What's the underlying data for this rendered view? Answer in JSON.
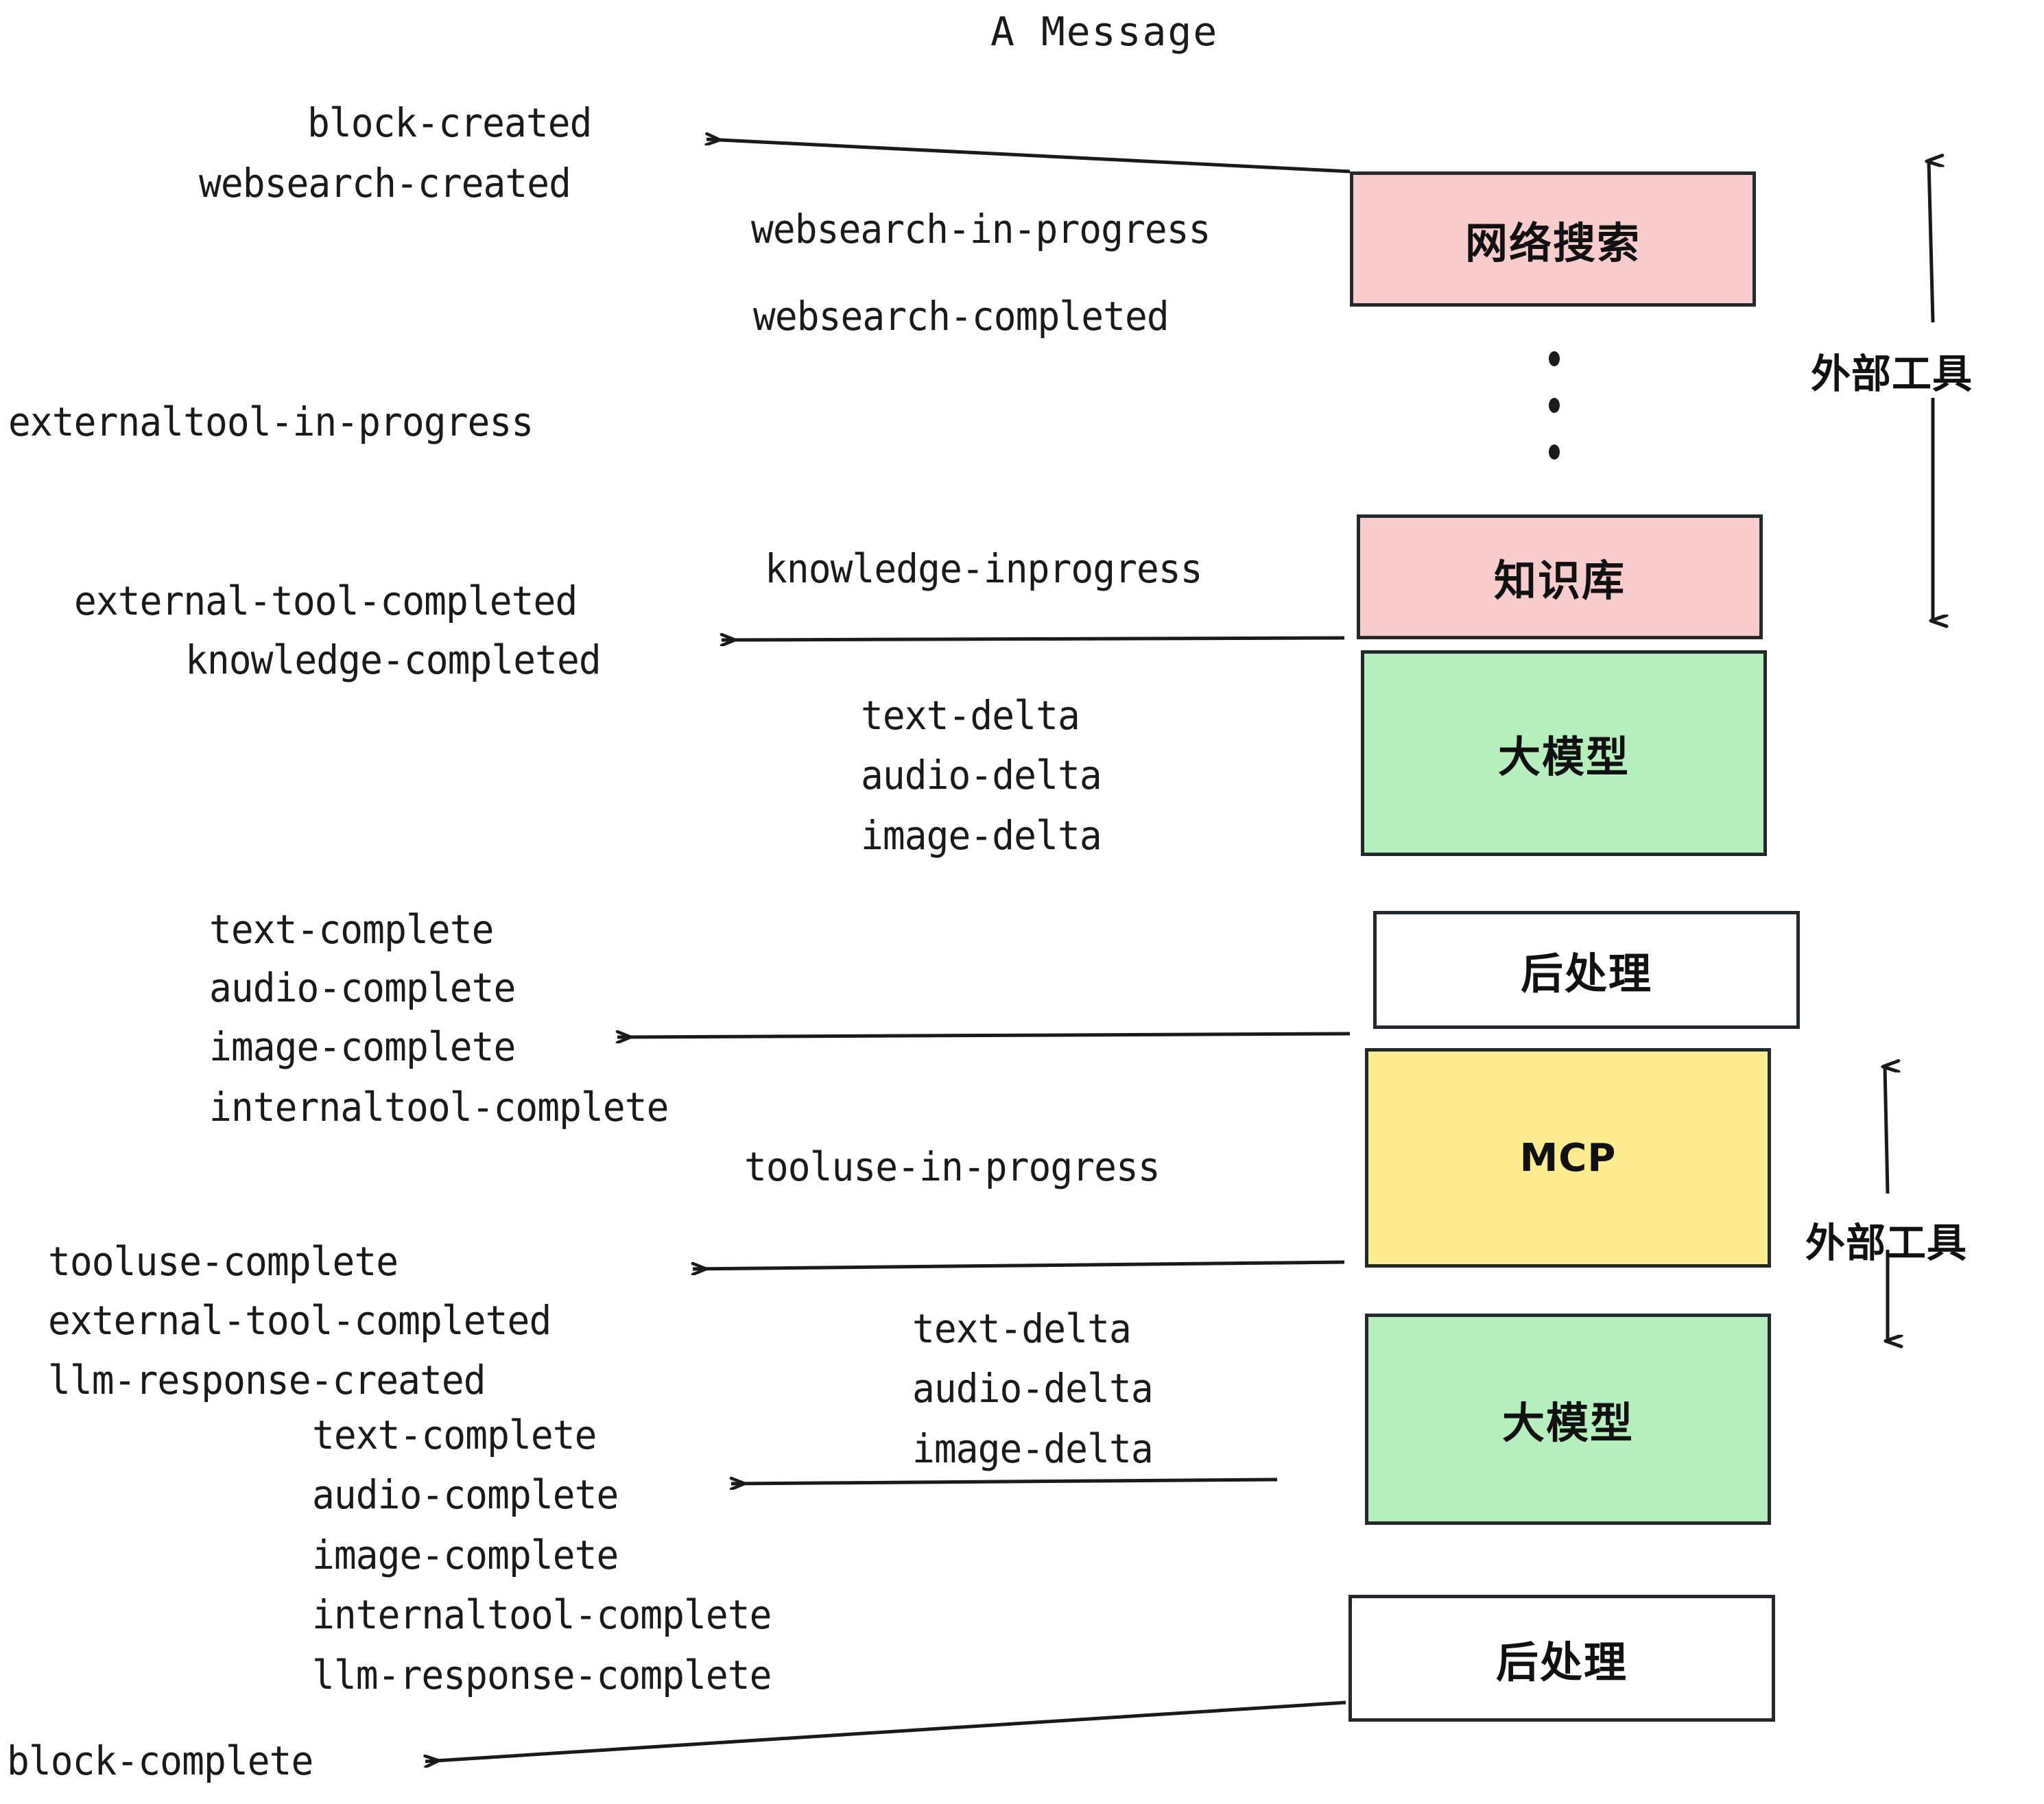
{
  "title": "A Message",
  "colors": {
    "pink": "#f9cccc",
    "green": "#b6efbd",
    "yellow": "#fdeb8f",
    "white": "#ffffff",
    "stroke": "#24292e",
    "text": "#1a1a1a"
  },
  "boxes": [
    {
      "id": "websearch",
      "label": "网络搜索",
      "fill": "#f9cccc"
    },
    {
      "id": "knowledge",
      "label": "知识库",
      "fill": "#f9cccc"
    },
    {
      "id": "llm-1",
      "label": "大模型",
      "fill": "#b6efbd"
    },
    {
      "id": "postprocess-1",
      "label": "后处理",
      "fill": "#ffffff"
    },
    {
      "id": "mcp",
      "label": "MCP",
      "fill": "#fdeb8f"
    },
    {
      "id": "llm-2",
      "label": "大模型",
      "fill": "#b6efbd"
    },
    {
      "id": "postprocess-2",
      "label": "后处理",
      "fill": "#ffffff"
    }
  ],
  "side_labels": {
    "external_tool_top": "外部工具",
    "external_tool_bottom": "外部工具"
  },
  "events": {
    "block_created": "block-created",
    "websearch_created": "websearch-created",
    "websearch_in_progress": "websearch-in-progress",
    "websearch_completed": "websearch-completed",
    "externaltool_in_progress": "externaltool-in-progress",
    "knowledge_inprogress": "knowledge-inprogress",
    "external_tool_completed_1": "external-tool-completed",
    "knowledge_completed": "knowledge-completed",
    "text_delta_1": "text-delta",
    "audio_delta_1": "audio-delta",
    "image_delta_1": "image-delta",
    "text_complete_1": "text-complete",
    "audio_complete_1": "audio-complete",
    "image_complete_1": "image-complete",
    "internaltool_complete_1": "internaltool-complete",
    "tooluse_in_progress": "tooluse-in-progress",
    "tooluse_complete": "tooluse-complete",
    "external_tool_completed_2": "external-tool-completed",
    "llm_response_created": "llm-response-created",
    "text_delta_2": "text-delta",
    "audio_delta_2": "audio-delta",
    "image_delta_2": "image-delta",
    "text_complete_2": "text-complete",
    "audio_complete_2": "audio-complete",
    "image_complete_2": "image-complete",
    "internaltool_complete_2": "internaltool-complete",
    "llm_response_complete": "llm-response-complete",
    "block_complete": "block-complete"
  },
  "ellipsis": "⋮"
}
